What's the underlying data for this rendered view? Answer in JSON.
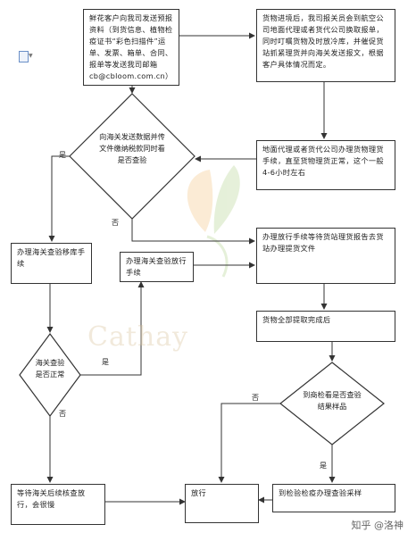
{
  "boxes": {
    "b1": "鲜花客户向我司发送预报资料（到货信息、植物检疫证书“彩色扫描件”运单、发票、箱单、合同、报单等发送我司邮箱cb@cbloom.com.cn）",
    "b2": "货物进境后，我司报关员会到航空公司地面代理或者货代公司换取报单，同时叮嘱货物及时放冷库，并催促货站抓紧理货并向海关发送报文，根据客户具体情况而定。",
    "b3": "地面代理或者货代公司办理货物理货手续，直至货物理货正常，这个一般4-6小时左右",
    "b4": "办理放行手续等待货站理货报告去货站办理提货文件",
    "b5": "办理海关查验移库手续",
    "b6": "办理海关查验放行手续",
    "b7": "货物全部提取完成后",
    "b8": "放行",
    "b9": "到检验检疫办理查验采样",
    "b10": "等待海关后续核查放行，会很慢"
  },
  "diamonds": {
    "d1": "向海关发送数据并传文件缴纳税款同时看是否查验",
    "d2": "海关查验是否正常",
    "d3": "到商检看是否查验结果样品"
  },
  "labels": {
    "yes1": "是",
    "no1": "否",
    "yes2": "是",
    "no2": "否",
    "no3": "否",
    "yes3": "是"
  },
  "watermark": "Cathay",
  "credit": "知乎 @洛神",
  "colors": {
    "line": "#333333",
    "watermark_green": "#9cc56a",
    "watermark_orange": "#f0b15c"
  }
}
